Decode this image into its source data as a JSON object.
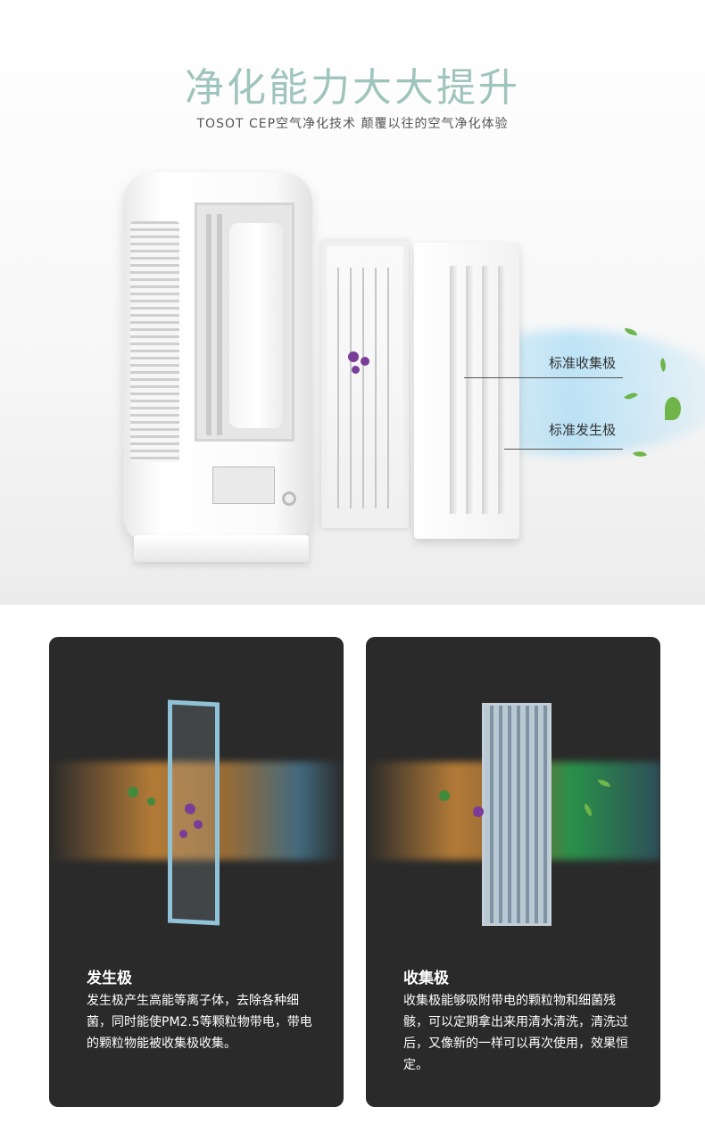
{
  "header": {
    "title": "净化能力大大提升",
    "subtitle": "TOSOT CEP空气净化技术 颠覆以往的空气净化体验"
  },
  "callouts": {
    "collector": "标准收集极",
    "generator": "标准发生极"
  },
  "cards": [
    {
      "title": "发生极",
      "text": "发生极产生高能等离子体，去除各种细菌，同时能使PM2.5等颗粒物带电，带电的颗粒物能被收集极收集。"
    },
    {
      "title": "收集极",
      "text": "收集极能够吸附带电的颗粒物和细菌残骸，可以定期拿出来用清水清洗，清洗过后，又像新的一样可以再次使用，效果恒定。"
    }
  ],
  "colors": {
    "title": "#9ec4bb",
    "card_bg": "#2a2a2a",
    "leaf": "#6fb54a",
    "germ": "#7a3c99"
  }
}
